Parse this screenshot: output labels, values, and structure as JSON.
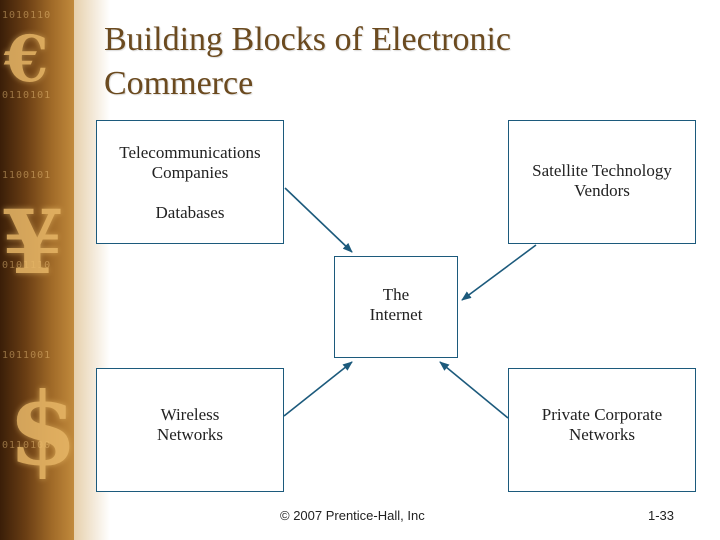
{
  "slide": {
    "title_line1": "Building Blocks of Electronic",
    "title_line2": "Commerce"
  },
  "diagram": {
    "center": {
      "line1": "The",
      "line2": "Internet"
    },
    "top_left": {
      "line1": "Telecommunications",
      "line2": "Companies",
      "line3": "Databases"
    },
    "top_right": {
      "line1": "Satellite Technology",
      "line2": "Vendors"
    },
    "bottom_left": {
      "line1": "Wireless",
      "line2": "Networks"
    },
    "bottom_right": {
      "line1": "Private Corporate",
      "line2": "Networks"
    }
  },
  "footer": {
    "copyright": "© 2007 Prentice-Hall, Inc",
    "slide_number": "1-33"
  },
  "colors": {
    "box_border": "#1c5a7c",
    "arrow": "#1c5a7c",
    "title": "#6b4a1f"
  }
}
